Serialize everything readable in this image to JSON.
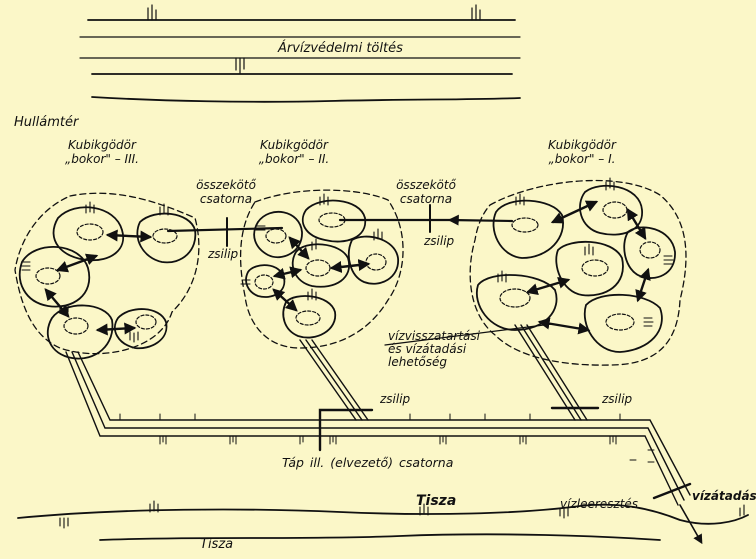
{
  "labels": {
    "levee": "Árvízvédelmi töltés",
    "floodplain": "Hullámtér",
    "bokor3_l1": "Kubikgödör",
    "bokor3_l2": "„bokor\" – III.",
    "bokor2_l1": "Kubikgödör",
    "bokor2_l2": "„bokor\" – II.",
    "bokor1_l1": "Kubikgödör",
    "bokor1_l2": "„bokor\" – I.",
    "connector_a_l1": "összekötő",
    "connector_a_l2": "csatorna",
    "connector_b_l1": "összekötő",
    "connector_b_l2": "csatorna",
    "sluice_a": "zsilip",
    "sluice_b": "zsilip",
    "sluice_c": "zsilip",
    "sluice_d": "zsilip",
    "retention_l1": "vízvisszatartási",
    "retention_l2": "és vízátadási",
    "retention_l3": "lehetőség",
    "feed_channel": "Táp ill. (elvezető) csatorna",
    "river_main": "Tisza",
    "river_lower": "Tisza",
    "drainage": "vízleeresztés",
    "transfer": "vízátadás"
  },
  "colors": {
    "background": "#fbf7c8",
    "ink": "#111111"
  }
}
